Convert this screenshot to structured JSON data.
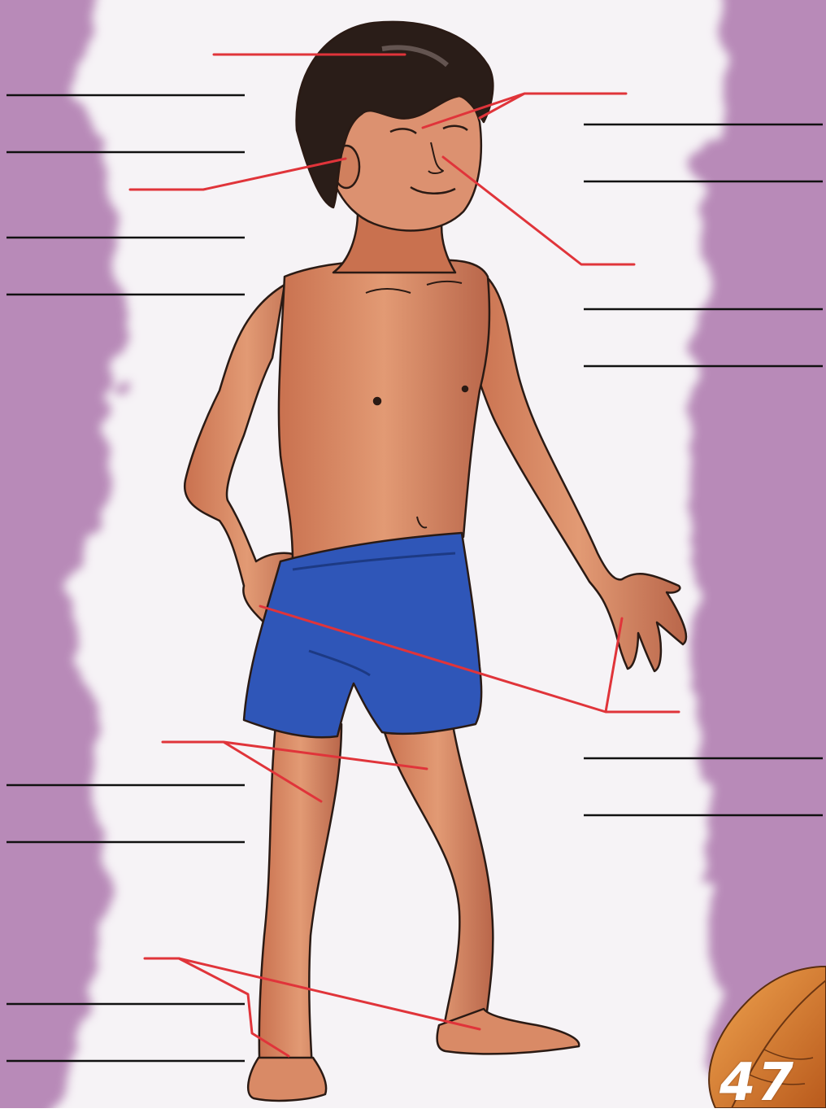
{
  "worksheet": {
    "page_number": "47",
    "colors": {
      "background_lilac": "#b88ab8",
      "paper_white": "#f6f3f6",
      "leader_line_red": "#e0343a",
      "answer_line_black": "#111111",
      "skin": "#d98a66",
      "skin_shadow": "#b9664a",
      "hair": "#2a1d18",
      "shorts_blue": "#2f56b8",
      "shorts_shadow": "#1d3a84",
      "leaf_orange": "#d97a2b"
    },
    "icons": [
      "boy-illustration",
      "autumn-leaf-decoration"
    ],
    "answer_lines_left_count": 8,
    "answer_lines_right_count": 6,
    "leader_lines_count": 7
  }
}
